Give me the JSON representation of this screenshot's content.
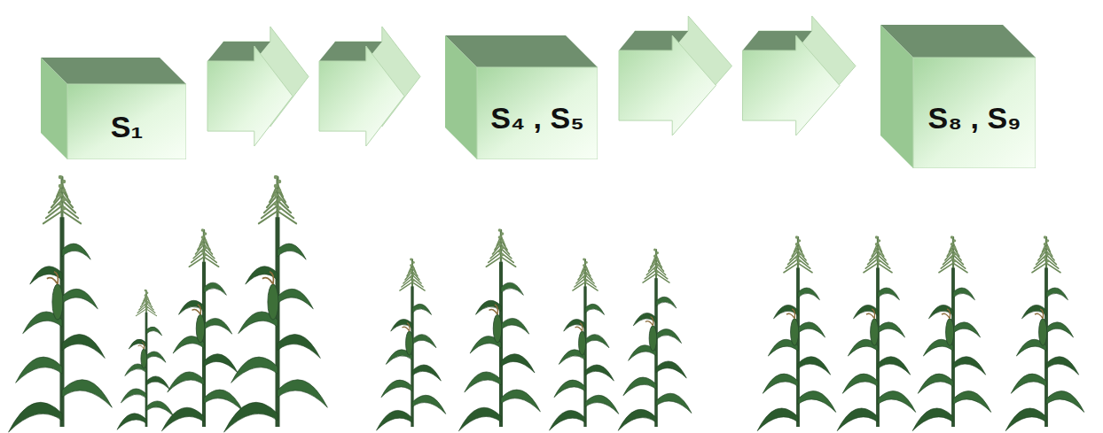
{
  "diagram": {
    "nodes": [
      {
        "text": [
          "S₁"
        ]
      },
      {
        "text": [
          "S₄ , S₅"
        ]
      },
      {
        "text": [
          "S₈ , S₉"
        ]
      }
    ],
    "edges": [
      {
        "from": 0,
        "to": 1,
        "arrow": "to"
      },
      {
        "from": 1,
        "to": 2,
        "arrow": "to"
      }
    ]
  }
}
